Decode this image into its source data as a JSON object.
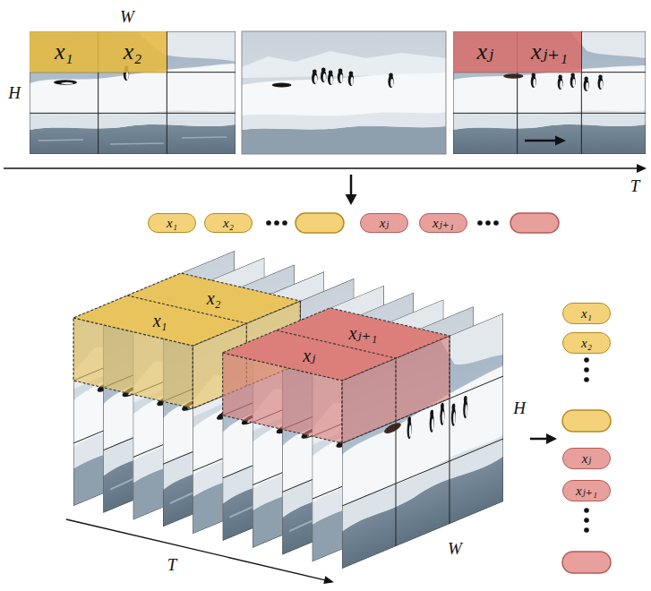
{
  "diagram": {
    "nodes": [
      {
        "text": [
          "x₁"
        ]
      },
      {
        "text": [
          "x₂"
        ]
      },
      {
        "text": [
          "xⱼ"
        ]
      },
      {
        "text": [
          "xⱼ₊₁"
        ]
      },
      {
        "text": [
          "x₁"
        ]
      },
      {
        "text": [
          "x₂"
        ]
      },
      {
        "text": [
          "xⱼ"
        ]
      },
      {
        "text": [
          "xⱼ₊₁"
        ]
      },
      {
        "text": [
          "x₂"
        ]
      },
      {
        "text": [
          "x₁"
        ]
      },
      {
        "text": [
          "xⱼ₊₁"
        ]
      },
      {
        "text": [
          "xⱼ"
        ]
      },
      {
        "text": [
          "x₁"
        ]
      },
      {
        "text": [
          "x₂"
        ]
      },
      {
        "text": [
          "xⱼ"
        ]
      },
      {
        "text": [
          "xⱼ₊₁"
        ]
      }
    ],
    "labels": [
      "W",
      "H",
      "T",
      "H",
      "W",
      "T"
    ]
  }
}
